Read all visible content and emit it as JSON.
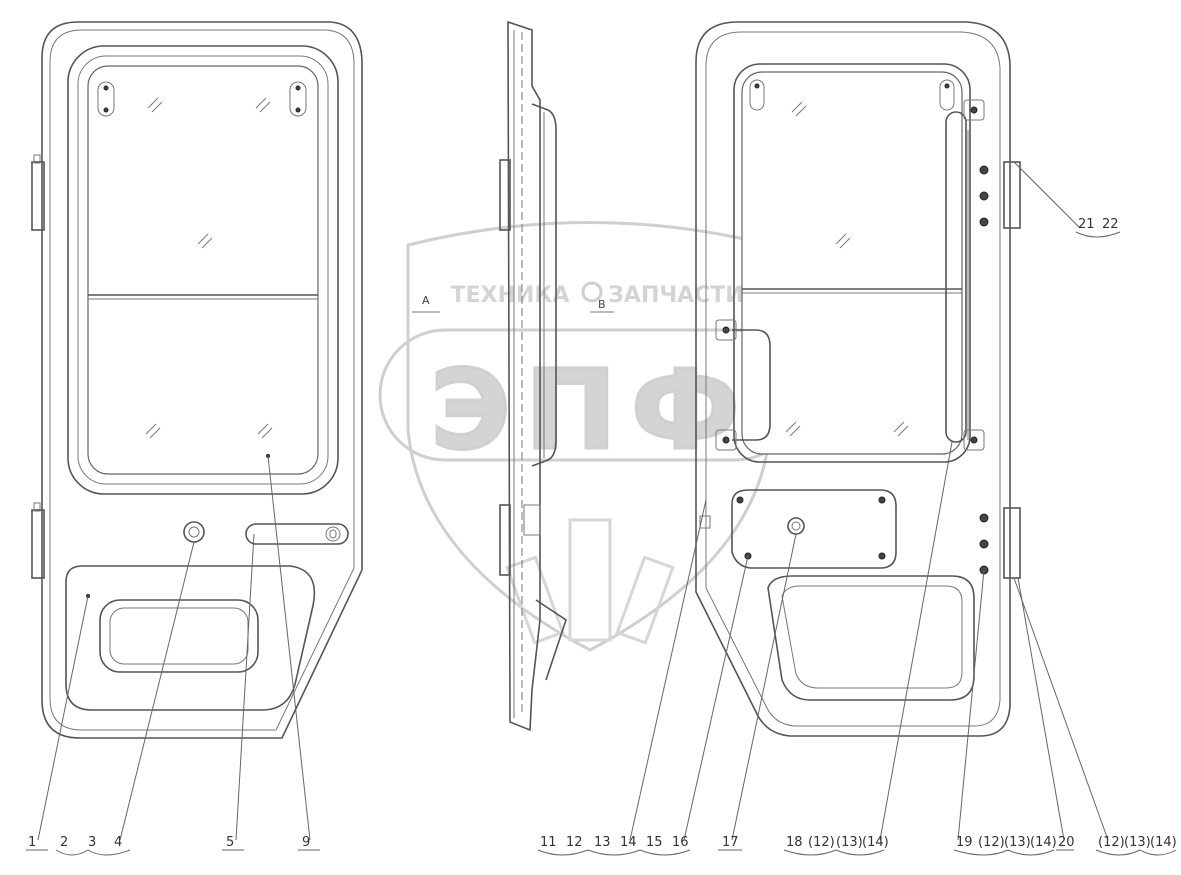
{
  "watermark": {
    "top_left": "ТЕХНИКА",
    "top_right": "ЗАПЧАСТИ",
    "letters": "ЭПФ"
  },
  "section_marks": [
    "A",
    "B"
  ],
  "callouts": {
    "front": [
      "1",
      "2",
      "3",
      "4",
      "5",
      "9"
    ],
    "back_left": [
      "11",
      "12",
      "13",
      "14",
      "15",
      "16",
      "17"
    ],
    "back_mid": [
      "18",
      "(12)",
      "(13)",
      "(14)"
    ],
    "back_right": [
      "19",
      "(12)",
      "(13)",
      "(14)",
      "20"
    ],
    "back_far": [
      "(12)",
      "(13)",
      "(14)"
    ],
    "hinge_top": [
      "21",
      "22"
    ]
  }
}
